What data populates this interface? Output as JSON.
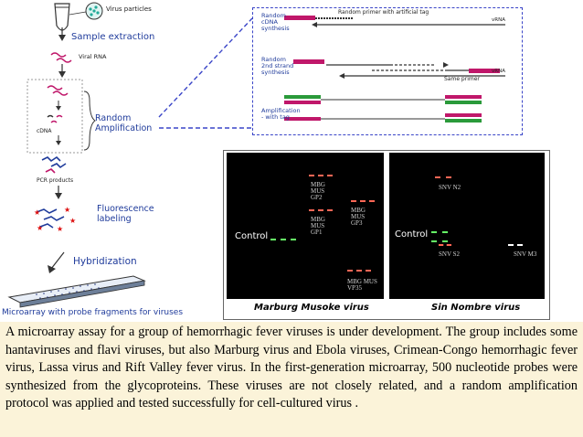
{
  "left_flow": {
    "virus_particles": "Virus particles",
    "sample_extraction": "Sample extraction",
    "viral_rna": "Viral RNA",
    "random_amplification": "Random Amplification",
    "cdna": "cDNA",
    "pcr_products": "PCR products",
    "fluorescence_labeling": "Fluorescence labeling",
    "hybridization": "Hybridization",
    "microarray": "Microarray with probe fragments for viruses"
  },
  "protocol": {
    "step1": "Random cDNA synthesis",
    "step2": "Random 2nd strand synthesis",
    "step3": "Amplification - with tag",
    "primer_label": "Random primer with artificial tag",
    "same_primer": "Same primer",
    "vrna": "vRNA"
  },
  "panels": [
    {
      "caption": "Marburg Musoke virus",
      "control": "Control",
      "spots": [
        "MBG MUS GP2",
        "MBG MUS GP1",
        "MBG MUS GP3",
        "MBG MUS VP35"
      ]
    },
    {
      "caption": "Sin Nombre virus",
      "control": "Control",
      "spots": [
        "SNV N2",
        "SNV S2",
        "SNV M3"
      ]
    }
  ],
  "description": "A microarray assay for a group of hemorrhagic fever viruses is under development. The group includes some hantaviruses and flavi viruses, but also Marburg virus and Ebola viruses, Crimean-Congo hemorrhagic fever virus, Lassa virus and Rift Valley fever virus. In the first-generation microarray, 500 nucleotide probes were synthesized from the glycoproteins. These viruses are not closely related, and a random amplification protocol was applied and tested successfully for cell-cultured virus ."
}
